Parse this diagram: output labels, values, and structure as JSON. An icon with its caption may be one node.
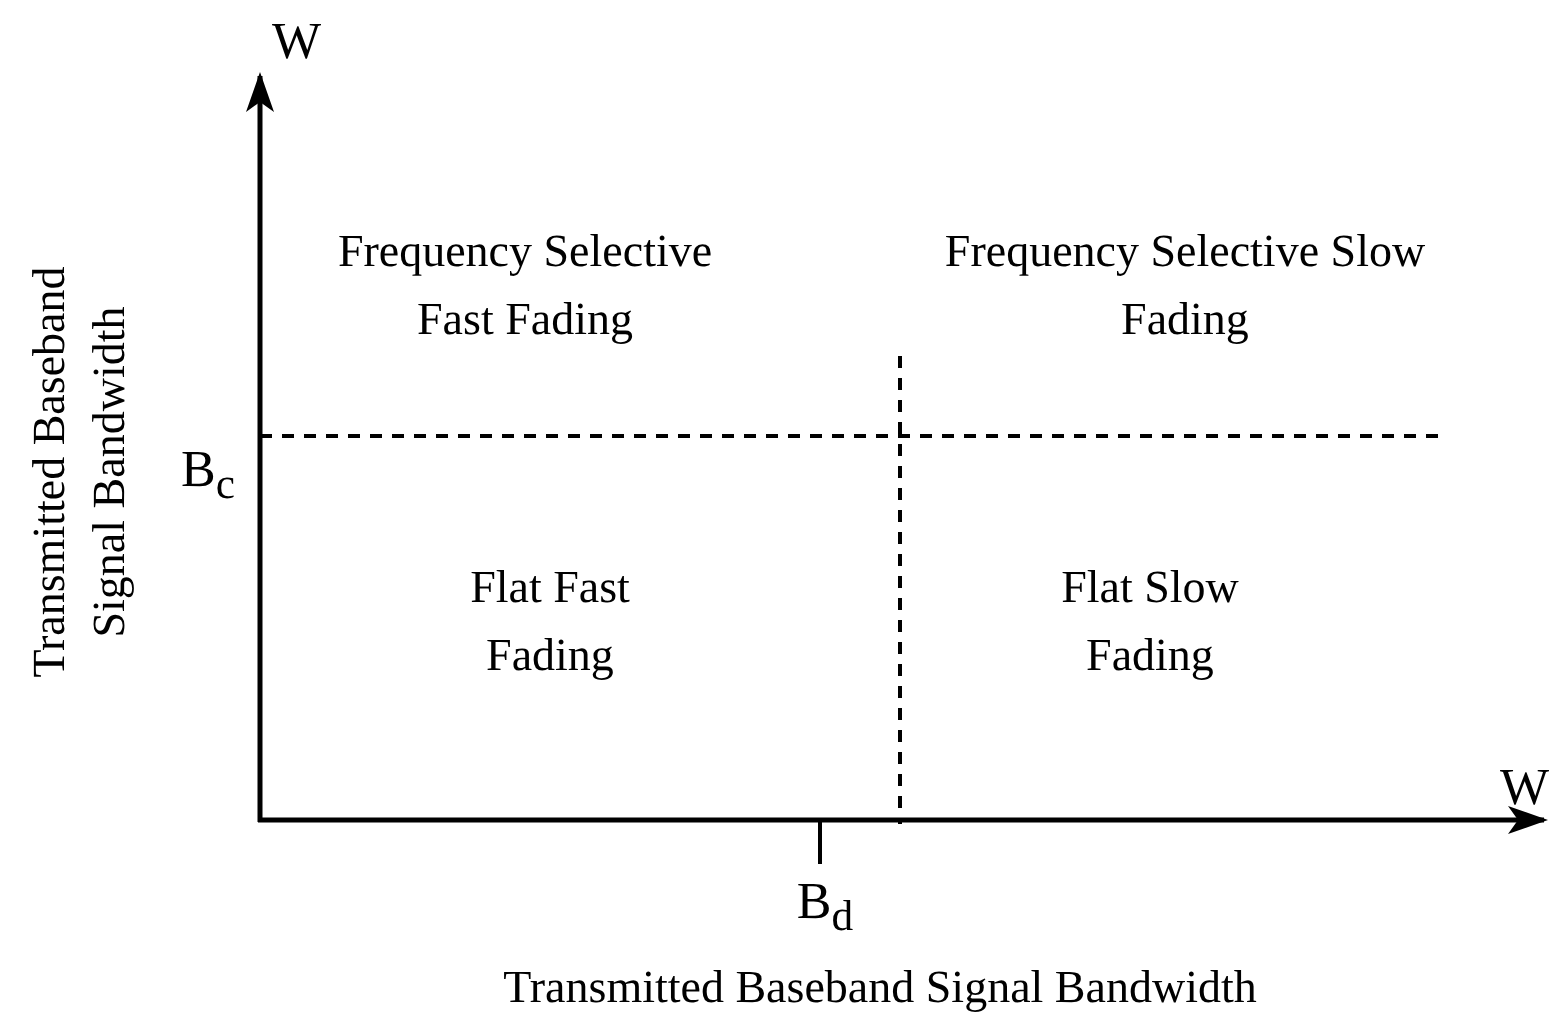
{
  "diagram": {
    "labels": [
      "W",
      "Frequency Selective Fast Fading",
      "Frequency Selective Slow Fading",
      "B$_{c}$",
      "Flat Fast Fading",
      "Flat Slow Fading",
      "Transmitted Baseband Signal Bandwidth",
      "W",
      "B$_{d}$",
      "Transmitted Baseband Signal Bandwidth"
    ]
  }
}
